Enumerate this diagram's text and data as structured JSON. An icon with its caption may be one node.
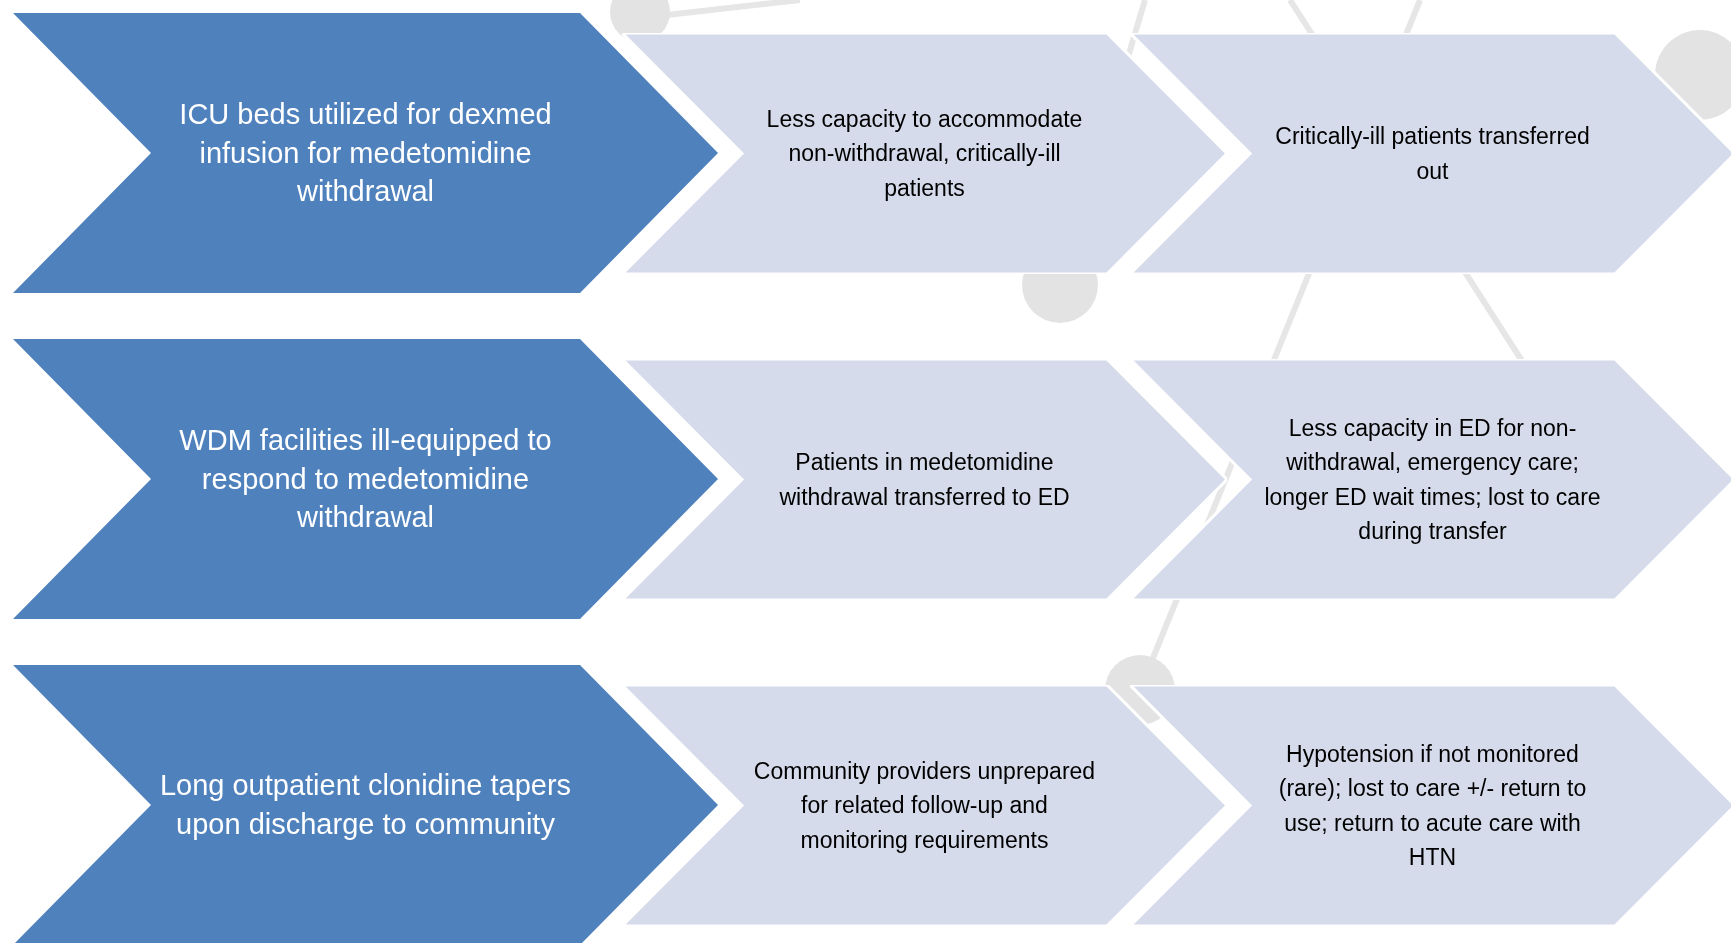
{
  "diagram": {
    "nodes": [
      {
        "text": [
          "ICU beds utilized for dexmed infusion for medetomidine withdrawal"
        ]
      },
      {
        "text": [
          "Less capacity to accommodate non-withdrawal, critically-ill patients"
        ]
      },
      {
        "text": [
          "Critically-ill patients transferred out"
        ]
      },
      {
        "text": [
          "WDM facilities ill-equipped to respond to medetomidine withdrawal"
        ]
      },
      {
        "text": [
          "Patients in medetomidine withdrawal transferred to ED"
        ]
      },
      {
        "text": [
          "Less capacity in ED for non-withdrawal, emergency care; longer ED wait times; lost to care during transfer"
        ]
      },
      {
        "text": [
          "Long outpatient clonidine tapers upon discharge to community"
        ]
      },
      {
        "text": [
          "Community providers unprepared for related follow-up and monitoring requirements"
        ]
      },
      {
        "text": [
          "Hypotension if not monitored (rare); lost to care +/- return to use; return to acute care with HTN"
        ]
      }
    ]
  }
}
